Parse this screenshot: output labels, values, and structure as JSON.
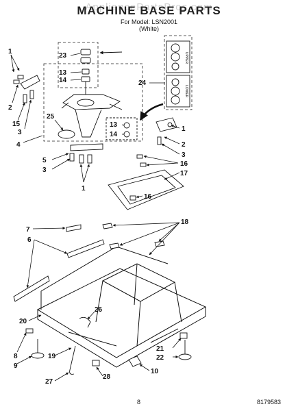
{
  "header": {
    "watermark": "AppliancePartsPros.com",
    "title": "MACHINE BASE PARTS",
    "subtitle_model": "For Model: LSN2001",
    "subtitle_color": "(White)"
  },
  "kit_labels": {
    "upper": "UPPER",
    "lower": "LOWER"
  },
  "callouts": {
    "c1a": "1",
    "c2a": "2",
    "c15": "15",
    "c3a": "3",
    "c4": "4",
    "c25": "25",
    "c23": "23",
    "c13a": "13",
    "c14a": "14",
    "c24": "24",
    "c13b": "13",
    "c14b": "14",
    "c1b": "1",
    "c2b": "2",
    "c3b": "3",
    "c5": "5",
    "c3c": "3",
    "c1c": "1",
    "c16a": "16",
    "c17": "17",
    "c16b": "16",
    "c7": "7",
    "c6": "6",
    "c18": "18",
    "c26": "26",
    "c20": "20",
    "c8": "8",
    "c9": "9",
    "c19": "19",
    "c21": "21",
    "c22": "22",
    "c10": "10",
    "c27": "27",
    "c28": "28"
  },
  "footer": {
    "page": "8",
    "doc_number": "8179583"
  }
}
